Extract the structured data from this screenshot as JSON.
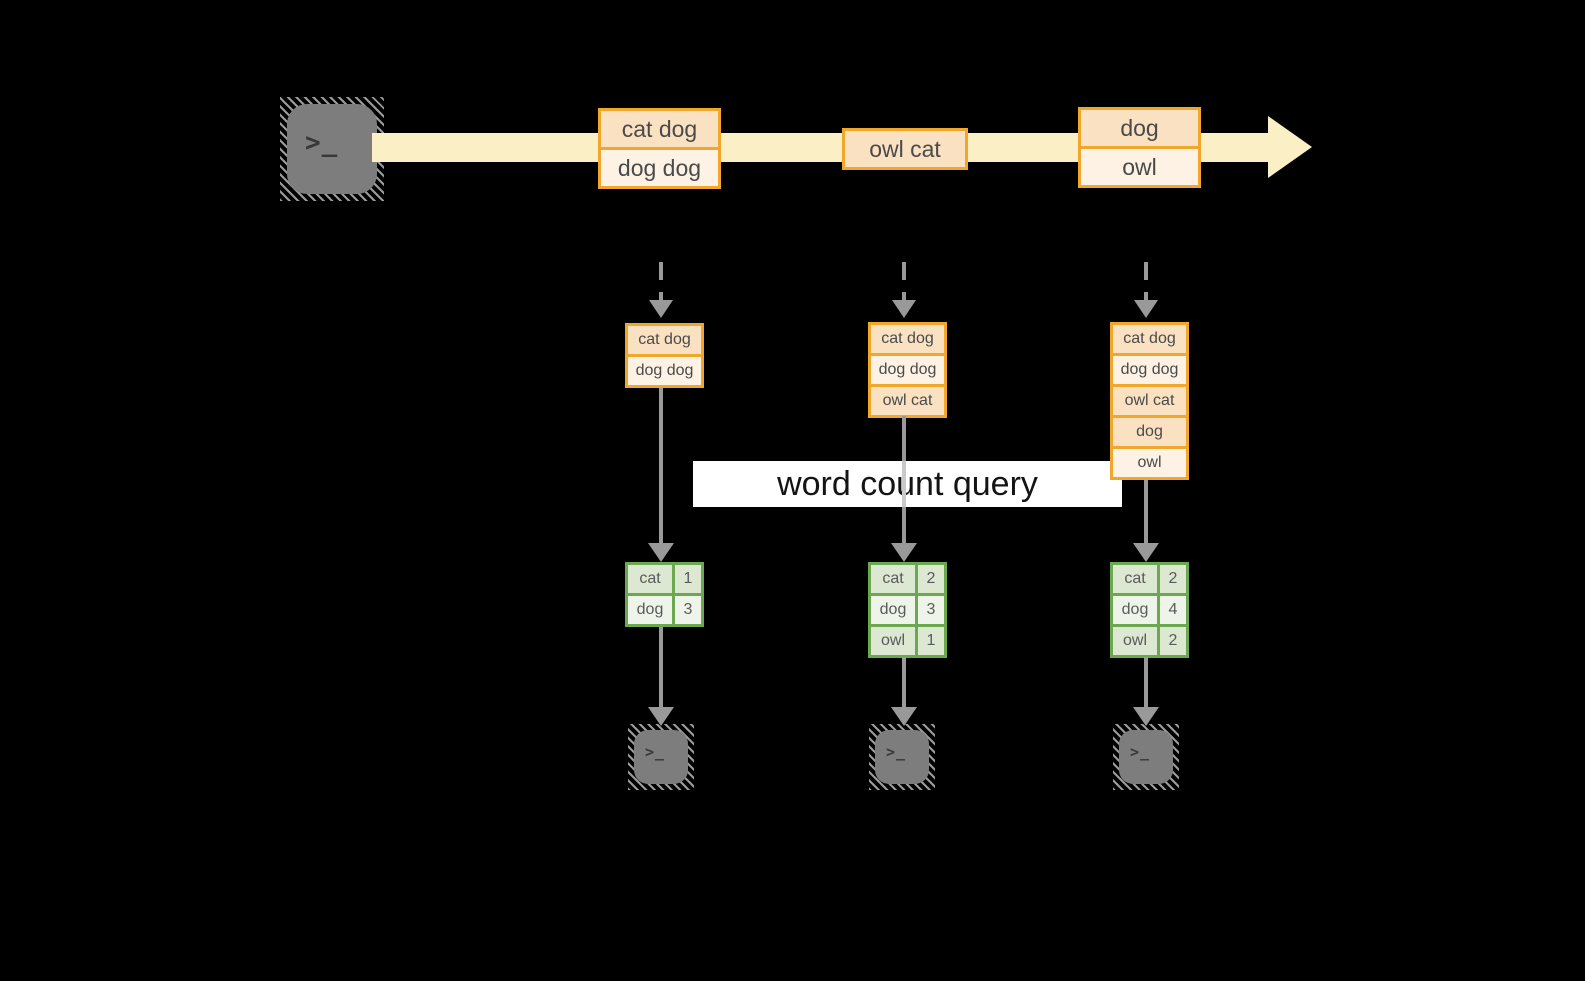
{
  "colors": {
    "background": "#000000",
    "orange_border": "#F0A72B",
    "peach_dark": "#FAE1C2",
    "peach_light": "#FDF2E3",
    "stream_band": "#FBEFC5",
    "green_border": "#6BA84F",
    "green_cell": "#DDE8D2",
    "green_cell_light": "#EFF4EA",
    "arrow_gray": "#999999",
    "arrow_faded": "#C9C9C9",
    "terminal_body": "#7D7D7D",
    "box_text": "#4A4A4A",
    "table_text": "#5A5A5A",
    "label_bg": "#FFFFFF",
    "label_text": "#141414"
  },
  "terminal_glyph": ">_",
  "query_label": "word count query",
  "stream": {
    "events": [
      {
        "rows": [
          {
            "text": "cat dog"
          },
          {
            "text": "dog dog"
          }
        ]
      },
      {
        "rows": [
          {
            "text": "owl cat"
          }
        ]
      },
      {
        "rows": [
          {
            "text": "dog"
          },
          {
            "text": "owl"
          }
        ]
      }
    ]
  },
  "columns": [
    {
      "state": [
        "cat dog",
        "dog dog"
      ],
      "counts": [
        {
          "word": "cat",
          "count": "1"
        },
        {
          "word": "dog",
          "count": "3"
        }
      ]
    },
    {
      "state": [
        "cat dog",
        "dog dog",
        "owl cat"
      ],
      "counts": [
        {
          "word": "cat",
          "count": "2"
        },
        {
          "word": "dog",
          "count": "3"
        },
        {
          "word": "owl",
          "count": "1"
        }
      ]
    },
    {
      "state": [
        "cat dog",
        "dog dog",
        "owl cat",
        "dog",
        "owl"
      ],
      "counts": [
        {
          "word": "cat",
          "count": "2"
        },
        {
          "word": "dog",
          "count": "4"
        },
        {
          "word": "owl",
          "count": "2"
        }
      ]
    }
  ]
}
